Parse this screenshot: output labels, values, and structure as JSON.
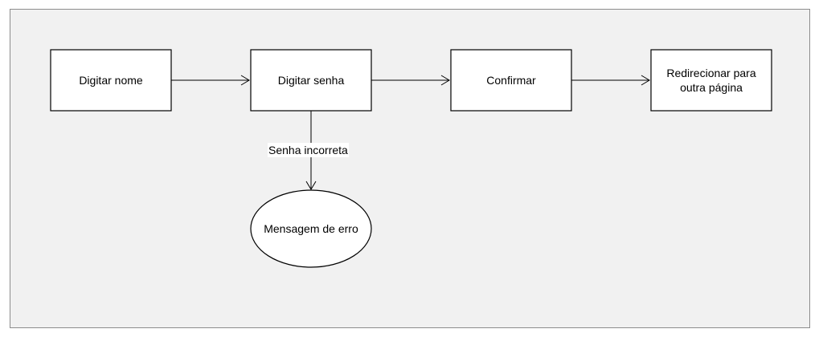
{
  "diagram": {
    "nodes": {
      "digitar_nome": "Digitar nome",
      "digitar_senha": "Digitar senha",
      "confirmar": "Confirmar",
      "redirecionar": "Redirecionar para\noutra página",
      "mensagem_erro": "Mensagem de erro"
    },
    "edges": [
      {
        "from": "Digitar nome",
        "to": "Digitar senha",
        "label": ""
      },
      {
        "from": "Digitar senha",
        "to": "Confirmar",
        "label": ""
      },
      {
        "from": "Confirmar",
        "to": "Redirecionar para outra página",
        "label": ""
      },
      {
        "from": "Digitar senha",
        "to": "Mensagem de erro",
        "label": "Senha incorreta"
      }
    ],
    "edge_labels": {
      "senha_incorreta": "Senha incorreta"
    }
  }
}
